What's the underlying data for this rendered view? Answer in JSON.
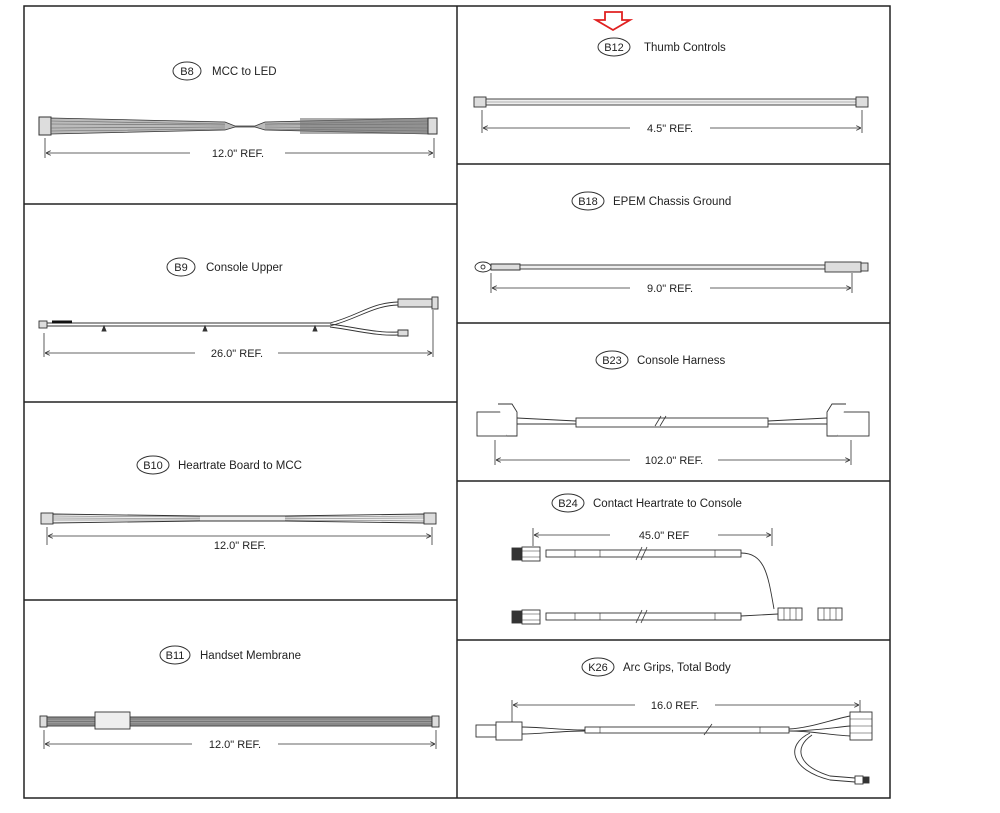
{
  "panels": {
    "b8": {
      "code": "B8",
      "title": "MCC to LED",
      "dimension": "12.0\" REF."
    },
    "b9": {
      "code": "B9",
      "title": "Console Upper",
      "dimension": "26.0\" REF."
    },
    "b10": {
      "code": "B10",
      "title": "Heartrate Board to MCC",
      "dimension": "12.0\" REF."
    },
    "b11": {
      "code": "B11",
      "title": "Handset Membrane",
      "dimension": "12.0\" REF."
    },
    "b12": {
      "code": "B12",
      "title": "Thumb Controls",
      "dimension": "4.5\" REF."
    },
    "b18": {
      "code": "B18",
      "title": "EPEM Chassis Ground",
      "dimension": "9.0\" REF."
    },
    "b23": {
      "code": "B23",
      "title": "Console Harness",
      "dimension": "102.0\" REF."
    },
    "b24": {
      "code": "B24",
      "title": "Contact Heartrate to Console",
      "dimension": "45.0\" REF"
    },
    "k26": {
      "code": "K26",
      "title": "Arc Grips, Total Body",
      "dimension": "16.0 REF."
    }
  },
  "highlight": {
    "target": "B12",
    "color": "#e02020",
    "icon": "down-arrow-icon"
  },
  "colors": {
    "line": "#333333",
    "frame": "#222222",
    "background": "#ffffff"
  }
}
